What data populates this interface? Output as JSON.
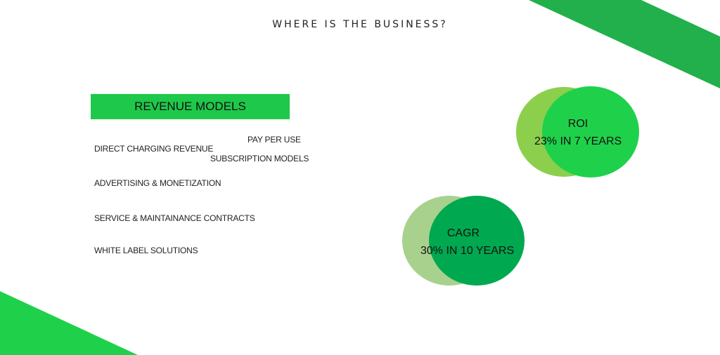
{
  "page_title": "WHERE IS THE BUSINESS?",
  "revenue": {
    "header": "REVENUE MODELS",
    "items": [
      "DIRECT CHARGING REVENUE",
      "PAY PER USE",
      "SUBSCRIPTION  MODELS",
      "ADVERTISING & MONETIZATION",
      "SERVICE & MAINTAINANCE CONTRACTS",
      "WHITE LABEL SOLUTIONS"
    ]
  },
  "metrics": {
    "roi": {
      "label": "ROI",
      "value": "23% IN 7 YEARS"
    },
    "cagr": {
      "label": "CAGR",
      "value": "30% IN 10 YEARS"
    }
  },
  "colors": {
    "accent_green": "#1ec84a",
    "dark_green": "#21b04b",
    "lime_green": "#8ccf4d",
    "pale_green": "#a9d18e",
    "forest_green": "#00a84f"
  }
}
